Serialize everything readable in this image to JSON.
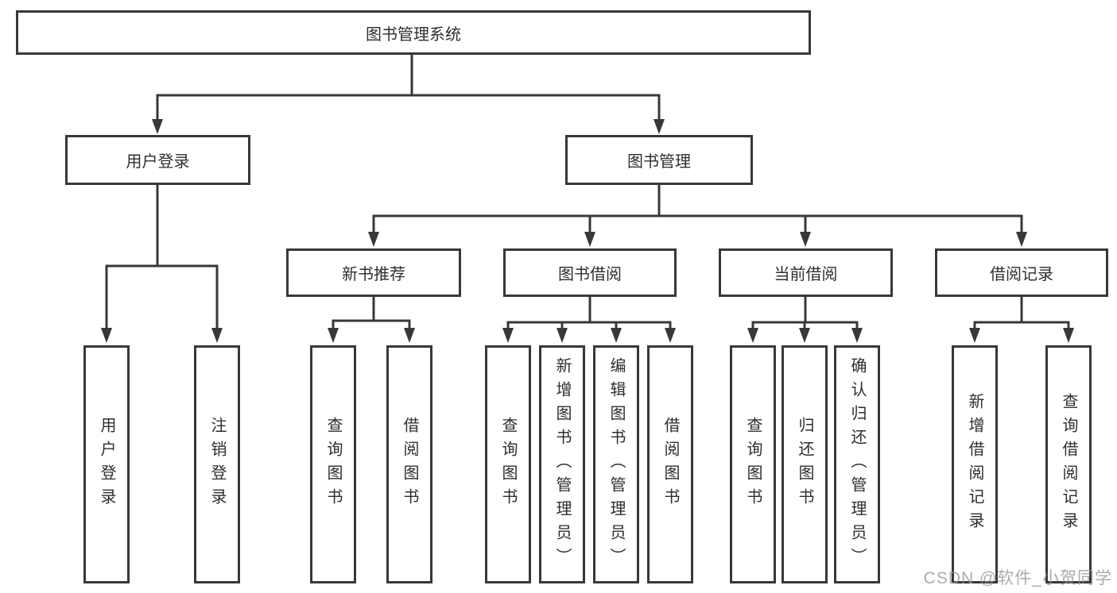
{
  "diagram": {
    "title": "图书管理系统",
    "root": {
      "label": "图书管理系统"
    },
    "level2": [
      {
        "label": "用户登录"
      },
      {
        "label": "图书管理"
      }
    ],
    "level3": [
      {
        "label": "新书推荐"
      },
      {
        "label": "图书借阅"
      },
      {
        "label": "当前借阅"
      },
      {
        "label": "借阅记录"
      }
    ],
    "leaves": [
      {
        "label": "用户登录",
        "parent": "用户登录"
      },
      {
        "label": "注销登录",
        "parent": "用户登录"
      },
      {
        "label": "查询图书",
        "parent": "新书推荐"
      },
      {
        "label": "借阅图书",
        "parent": "新书推荐"
      },
      {
        "label": "查询图书",
        "parent": "图书借阅"
      },
      {
        "label": "新增图书（管理员）",
        "parent": "图书借阅"
      },
      {
        "label": "编辑图书（管理员）",
        "parent": "图书借阅"
      },
      {
        "label": "借阅图书",
        "parent": "图书借阅"
      },
      {
        "label": "查询图书",
        "parent": "当前借阅"
      },
      {
        "label": "归还图书",
        "parent": "当前借阅"
      },
      {
        "label": "确认归还（管理员）",
        "parent": "当前借阅"
      },
      {
        "label": "新增借阅记录",
        "parent": "借阅记录"
      },
      {
        "label": "查询借阅记录",
        "parent": "借阅记录"
      }
    ],
    "watermark": "CSDN @软件_小贺同学",
    "colors": {
      "line": "#383838",
      "box_border": "#383838",
      "text": "#2e2e2e",
      "watermark": "#969696",
      "background": "#ffffff"
    }
  }
}
